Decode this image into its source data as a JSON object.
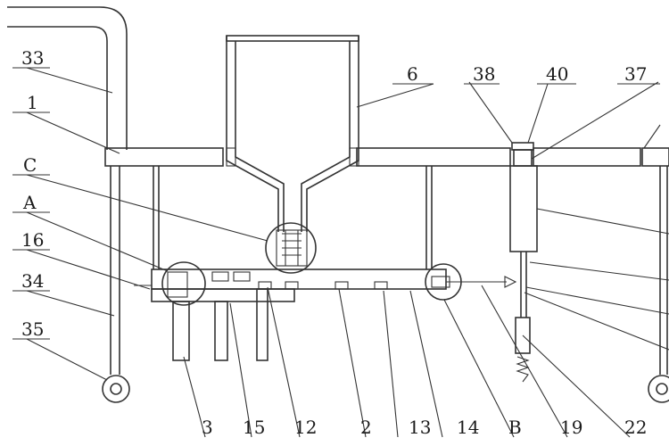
{
  "diagram": {
    "labels": {
      "l33": "33",
      "l1": "1",
      "lC": "C",
      "lA": "A",
      "l16": "16",
      "l34": "34",
      "l35": "35",
      "l6": "6",
      "l38": "38",
      "l40": "40",
      "l37": "37",
      "l3": "3",
      "l15": "15",
      "l12": "12",
      "l2": "2",
      "l13": "13",
      "l14": "14",
      "lB": "B",
      "l19": "19",
      "l22": "22"
    }
  }
}
